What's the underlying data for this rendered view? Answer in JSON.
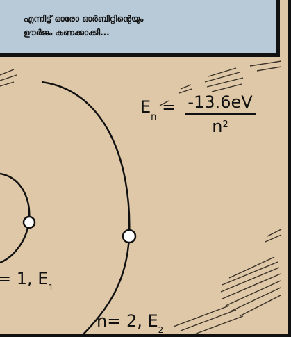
{
  "caption": {
    "lines": [
      "എന്നിട്ട് ഓരോ ഓർബിറ്റിന്റെയും",
      "ഊർജം കണക്കാക്കി..."
    ]
  },
  "formula": {
    "lhs_main": "E",
    "lhs_sub": "n",
    "equals": "=",
    "numerator": "-13.6eV",
    "denominator_base": "n",
    "denominator_exp": "2"
  },
  "orbit_labels": [
    {
      "prefix": "= 1, E",
      "sub": "1"
    },
    {
      "prefix": "n= 2, E",
      "sub": "2"
    }
  ],
  "colors": {
    "panel_bg": "#dfc8a7",
    "caption_bg": "#b8cad8",
    "ink": "#111111"
  }
}
